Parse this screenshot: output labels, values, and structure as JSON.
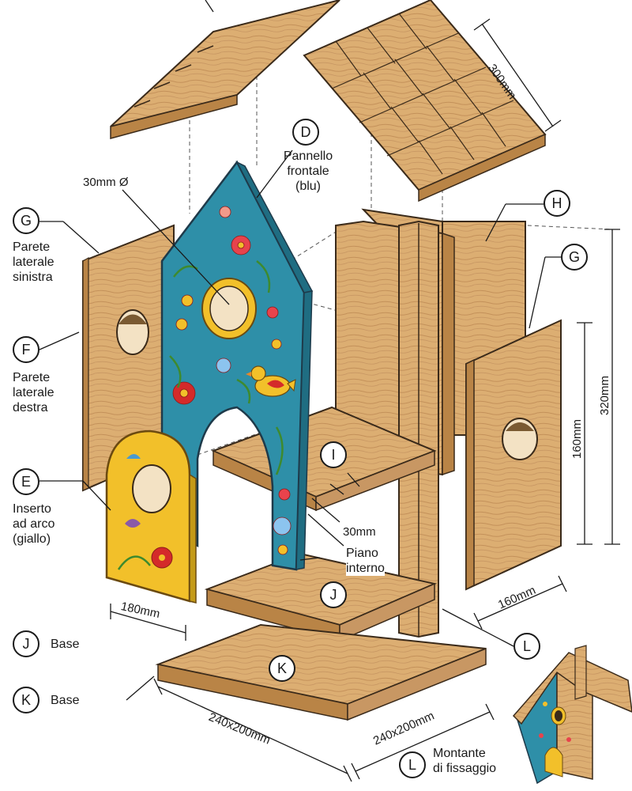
{
  "labels": {
    "D": {
      "letter": "D",
      "text": "Pannello\nfrontale\n(blu)"
    },
    "G_left": {
      "letter": "G",
      "text": "Parete\nlaterale\nsinistra"
    },
    "F": {
      "letter": "F",
      "text": "Parete\nlaterale\ndestra"
    },
    "E": {
      "letter": "E",
      "text": "Inserto\nad arco\n(giallo)"
    },
    "H": {
      "letter": "H"
    },
    "G_right": {
      "letter": "G"
    },
    "I": {
      "letter": "I"
    },
    "J_part": {
      "letter": "J"
    },
    "K_part": {
      "letter": "K"
    },
    "L_part": {
      "letter": "L"
    },
    "piano": {
      "text": "Piano\ninterno"
    },
    "J_legend": {
      "letter": "J",
      "text": "Base"
    },
    "K_legend": {
      "letter": "K",
      "text": "Base"
    },
    "L_legend": {
      "letter": "L",
      "text": "Montante\ndi fissaggio"
    }
  },
  "dimensions": {
    "roof": "300mm",
    "hole": "30mm Ø",
    "tall": "320mm",
    "mid": "160mm",
    "side_width": "160mm",
    "arch_width": "180mm",
    "shelf_gap": "30mm",
    "base_front": "240x200mm",
    "base_side": "240x200mm"
  },
  "colors": {
    "wood": "#d9ab6f",
    "wood_dark": "#b98446",
    "blue_panel": "#2e8fa8",
    "yellow_insert": "#f2c02a",
    "outline": "#3a2a1a"
  }
}
